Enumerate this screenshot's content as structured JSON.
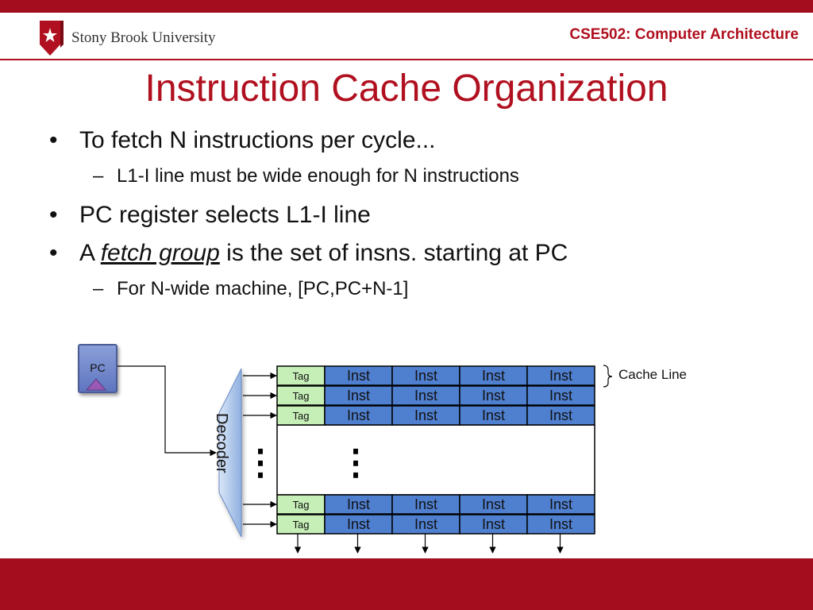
{
  "header": {
    "university": "Stony Brook University",
    "course": "CSE502: Computer Architecture"
  },
  "slide": {
    "title": "Instruction Cache Organization",
    "bullets": [
      {
        "text": "To fetch N instructions per cycle...",
        "sub": [
          "L1-I line must be wide enough for N instructions"
        ]
      },
      {
        "text": "PC register selects L1-I line",
        "sub": []
      },
      {
        "pre": "A ",
        "emph": "fetch group",
        "post": " is the set of insns. starting at PC",
        "sub": [
          "For N-wide machine, [PC,PC+N-1]"
        ]
      }
    ]
  },
  "diagram": {
    "pc_label": "PC",
    "decoder_label": "Decoder",
    "cache_line_label": "Cache Line",
    "tag_label": "Tag",
    "inst_label": "Inst",
    "top_rows": 3,
    "bottom_rows": 2,
    "insts_per_row": 4,
    "ellipsis": "⋮",
    "colors": {
      "tag_fill": "#c6efb7",
      "inst_fill": "#4f7fcf",
      "pc_fill": "#7286cc",
      "decoder_fill": "#a9c4ea",
      "accent": "#a30d1d"
    }
  }
}
